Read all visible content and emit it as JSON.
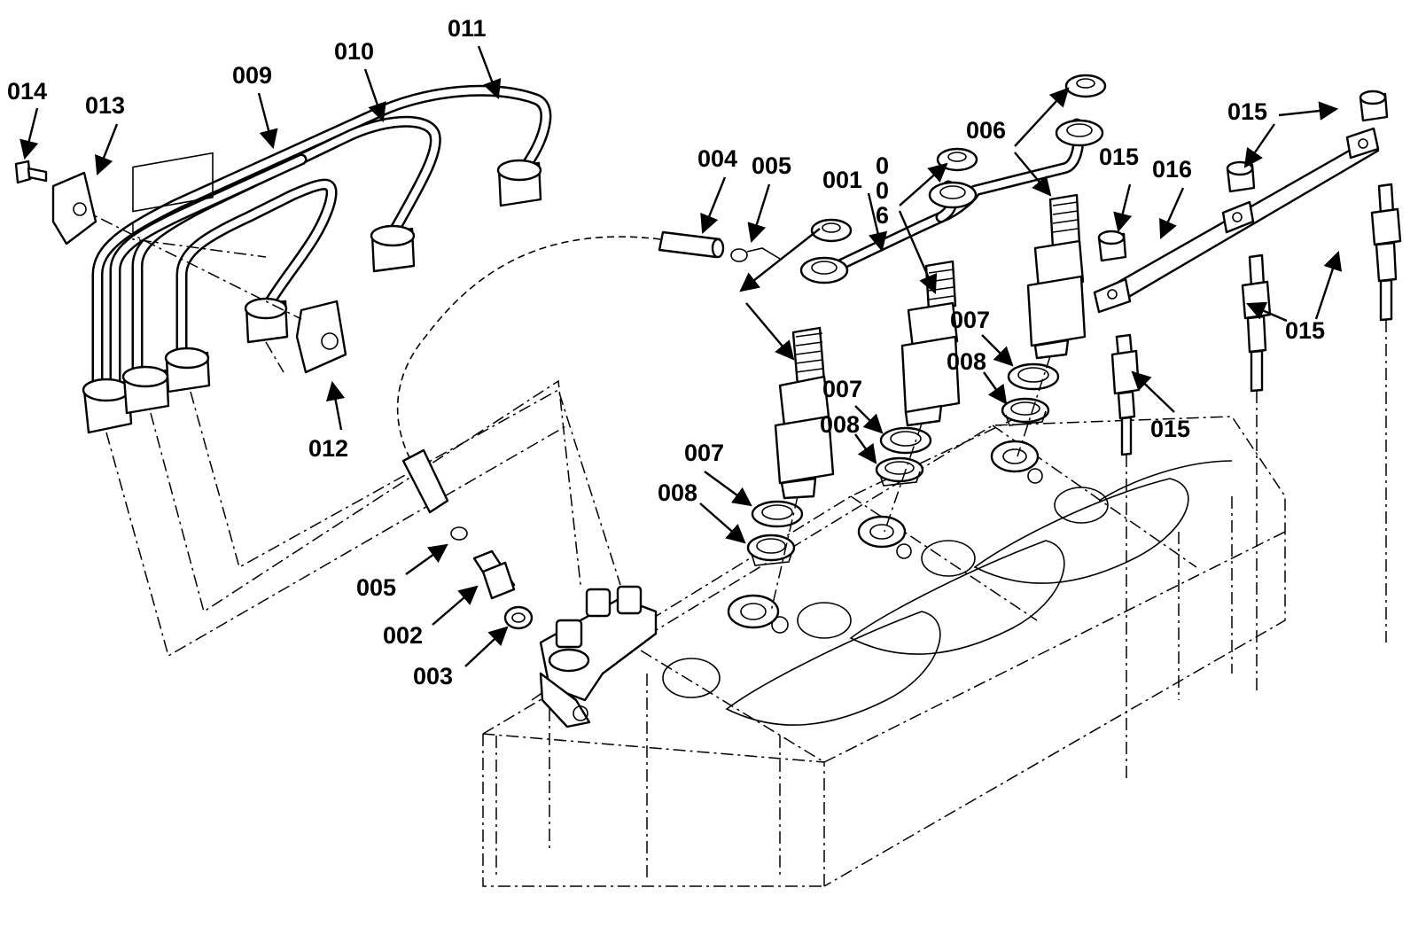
{
  "callouts": [
    {
      "id": "c014",
      "text": "014"
    },
    {
      "id": "c013",
      "text": "013"
    },
    {
      "id": "c009",
      "text": "009"
    },
    {
      "id": "c010",
      "text": "010"
    },
    {
      "id": "c011",
      "text": "011"
    },
    {
      "id": "c012",
      "text": "012"
    },
    {
      "id": "c004",
      "text": "004"
    },
    {
      "id": "c005a",
      "text": "005"
    },
    {
      "id": "c001",
      "text": "001"
    },
    {
      "id": "c006v1",
      "text": "0"
    },
    {
      "id": "c006v2",
      "text": "0"
    },
    {
      "id": "c006v3",
      "text": "6"
    },
    {
      "id": "c006",
      "text": "006"
    },
    {
      "id": "c015a",
      "text": "015"
    },
    {
      "id": "c015b",
      "text": "015"
    },
    {
      "id": "c016",
      "text": "016"
    },
    {
      "id": "c015c",
      "text": "015"
    },
    {
      "id": "c015d",
      "text": "015"
    },
    {
      "id": "c007a",
      "text": "007"
    },
    {
      "id": "c008a",
      "text": "008"
    },
    {
      "id": "c007b",
      "text": "007"
    },
    {
      "id": "c008b",
      "text": "008"
    },
    {
      "id": "c007c",
      "text": "007"
    },
    {
      "id": "c008c",
      "text": "008"
    },
    {
      "id": "c005b",
      "text": "005"
    },
    {
      "id": "c002",
      "text": "002"
    },
    {
      "id": "c003",
      "text": "003"
    }
  ],
  "icons": {
    "arrow": "arrow-icon"
  }
}
